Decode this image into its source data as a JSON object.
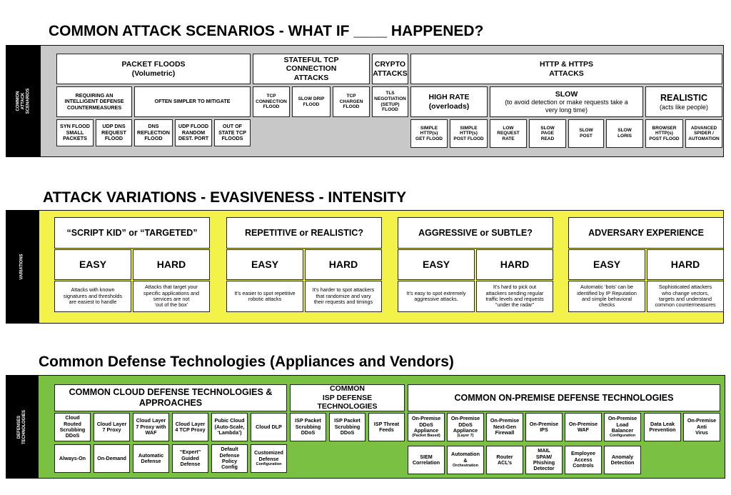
{
  "section1": {
    "title": "COMMON ATTACK SCENARIOS - WHAT IF ____ HAPPENED?",
    "side_label": "COMMON\nATTACK\nSCENARIOS",
    "headers": {
      "packet_floods": "PACKET FLOODS\n(Volumetric)",
      "stateful_tcp": "STATEFUL TCP\nCONNECTION\nATTACKS",
      "crypto": "CRYPTO\nATTACKS",
      "http": "HTTP & HTTPS\nATTACKS"
    },
    "subheaders": {
      "intelligent": "REQUIRING AN\nINTELLIGENT DEFENSE\nCOUNTERMEASURES",
      "simpler": "OFTEN SIMPLER TO MITIGATE",
      "high_rate": "HIGH RATE\n(overloads)",
      "slow_title": "SLOW",
      "slow_desc": "(to avoid detection or make requests take a\nvery long time)",
      "realistic_title": "REALISTIC",
      "realistic_desc": "(acts like people)"
    },
    "packet_items": [
      "SYN FLOOD\nSMALL\nPACKETS",
      "UDP DNS\nREQUEST\nFLOOD",
      "DNS\nREFLECTION\nFLOOD",
      "UDP FLOOD\nRANDOM\nDEST. PORT",
      "OUT OF\nSTATE TCP\nFLOODS"
    ],
    "tcp_items": [
      "TCP\nCONNECTION\nFLOOD",
      "SLOW DRIP\nFLOOD",
      "TCP\nCHARGEN\nFLOOD"
    ],
    "crypto_items": [
      "TLS\nNEGOTIATION\n(SETUP)\nFLOOD"
    ],
    "high_rate_items": [
      "SIMPLE\nHTTP(s)\nGET FLOOD",
      "SIMPLE\nHTTP(s)\nPOST FLOOD"
    ],
    "slow_items": [
      "LOW\nREQUEST\nRATE",
      "SLOW\nPAGE\nREAD",
      "SLOW\nPOST",
      "SLOW\nLORIS"
    ],
    "realistic_items": [
      "BROWSER\nHTTP(s)\nPOST FLOOD",
      "ADVANCED\nSPIDER /\nAUTOMATION"
    ]
  },
  "section2": {
    "title": "ATTACK VARIATIONS - EVASIVENESS - INTENSITY",
    "side_label": "VARIATIONS",
    "groups": [
      {
        "header": "“SCRIPT KID” or “TARGETED”",
        "easy": "EASY",
        "hard": "HARD",
        "easy_desc": "Attacks with known\nsignatures and thresholds\nare easiest to handle",
        "hard_desc": "Attacks that target your\nspecific applications and\nservices are not\n‘out of the box’"
      },
      {
        "header": "REPETITIVE or REALISTIC?",
        "easy": "EASY",
        "hard": "HARD",
        "easy_desc": "It’s easier to spot repetitive\nrobotic attacks",
        "hard_desc": "It’s harder to spot attackers\nthat randomize and vary\ntheir requests and timings"
      },
      {
        "header": "AGGRESSIVE or SUBTLE?",
        "easy": "EASY",
        "hard": "HARD",
        "easy_desc": "It’s easy to spot extremely\naggressive attacks.",
        "hard_desc": "It’s hard to pick out\nattackers sending regular\ntraffic levels and requests\n“under the radar”"
      },
      {
        "header": "ADVERSARY EXPERIENCE",
        "easy": "EASY",
        "hard": "HARD",
        "easy_desc": "Automatic ‘bots’ can be\nidentified by IP Reputation\nand simple behavioral\nchecks",
        "hard_desc": "Sophisticated attackers\nwho change vectors,\ntargets and understand\ncommon countermeasures"
      }
    ]
  },
  "section3": {
    "title": "Common Defense Technologies (Appliances and Vendors)",
    "side_label": "DEFENSES\nTECHNOLOGIES",
    "cloud_header": "COMMON CLOUD DEFENSE TECHNOLOGIES &\nAPPROACHES",
    "isp_header": "COMMON\nISP DEFENSE\nTECHNOLOGIES",
    "onprem_header": "COMMON ON-PREMISE DEFENSE TECHNOLOGIES",
    "cloud_row1": [
      "Cloud\nRouted\nScrubbing\nDDoS",
      "Cloud Layer\n7 Proxy",
      "Cloud Layer\n7 Proxy with\nWAF",
      "Cloud Layer\n4 TCP Proxy",
      "Pubic Cloud\n(Auto-Scale,\n‘Lambda’)",
      "Cloud DLP"
    ],
    "cloud_row2": [
      "Always-On",
      "On-Demand",
      "Automatic\nDefense",
      "“Expert”\nGuided\nDefense",
      "Default\nDefense\nPolicy\nConfig",
      "Customized\nDefense"
    ],
    "cloud_row2_small": "Configuration",
    "isp_items": [
      "ISP Packet\nScrubbing\nDDoS",
      "ISP Packet\nScrubbing\nDDoS",
      "ISP Threat\nFeeds"
    ],
    "onprem_row1": [
      {
        "main": "On-Premise\nDDoS\nAppliance",
        "small": "(Packet Based)"
      },
      {
        "main": "On-Premise\nDDoS\nAppliance",
        "small": "(Layer 7)"
      },
      {
        "main": "On-Premise\nNext-Gen\nFirewall",
        "small": ""
      },
      {
        "main": "On-Premise\nIPS",
        "small": ""
      },
      {
        "main": "On-Premise\nWAF",
        "small": ""
      },
      {
        "main": "On-Premise\nLoad\nBalancer",
        "small": "Configuration"
      },
      {
        "main": "Data Leak\nPrevention",
        "small": ""
      },
      {
        "main": "On-Premise\nAnti\nVirus",
        "small": ""
      }
    ],
    "onprem_row2": [
      {
        "main": "SIEM\nCorrelation",
        "small": ""
      },
      {
        "main": "Automation\n&",
        "small": "Orchestration"
      },
      {
        "main": "Router\nACL’s",
        "small": ""
      },
      {
        "main": "MAIL\nSPAM/\nPhishing\nDetector",
        "small": ""
      },
      {
        "main": "Employee\nAccess\nControls",
        "small": ""
      },
      {
        "main": "Anomaly\nDetection",
        "small": ""
      }
    ]
  },
  "colors": {
    "gray_band": "#c8c8c8",
    "yellow_band": "#f2f24a",
    "green_band": "#7ac143",
    "side_label": "#000000"
  }
}
